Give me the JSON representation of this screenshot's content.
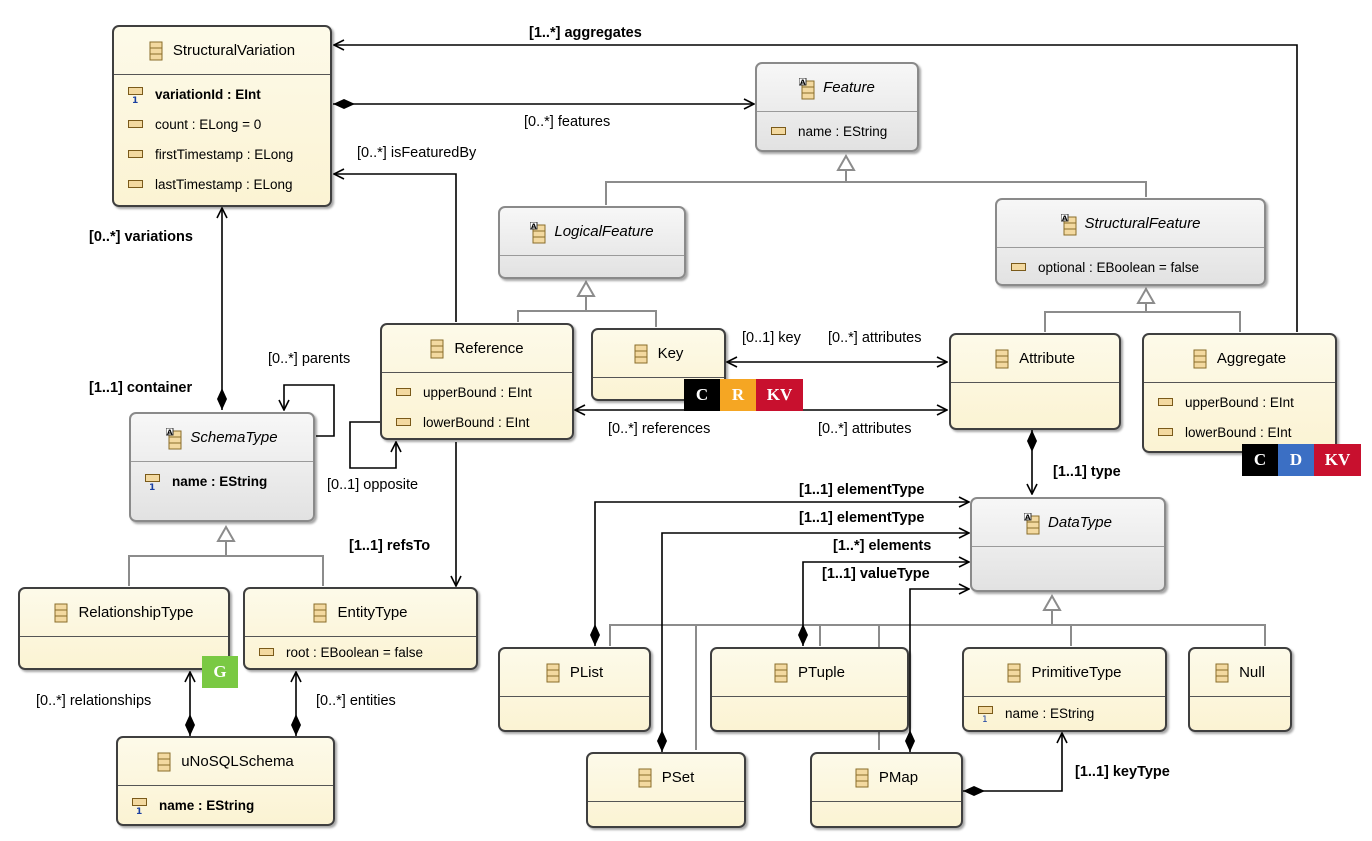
{
  "classes": {
    "structural_variation": {
      "name": "StructuralVariation",
      "attrs": [
        "variationId : EInt",
        "count : ELong = 0",
        "firstTimestamp : ELong",
        "lastTimestamp : ELong"
      ]
    },
    "feature": {
      "name": "Feature",
      "attrs": [
        "name : EString"
      ]
    },
    "logical_feature": {
      "name": "LogicalFeature"
    },
    "structural_feature": {
      "name": "StructuralFeature",
      "attrs": [
        "optional : EBoolean = false"
      ]
    },
    "reference": {
      "name": "Reference",
      "attrs": [
        "upperBound : EInt",
        "lowerBound : EInt"
      ]
    },
    "key": {
      "name": "Key"
    },
    "attribute": {
      "name": "Attribute"
    },
    "aggregate": {
      "name": "Aggregate",
      "attrs": [
        "upperBound : EInt",
        "lowerBound : EInt"
      ]
    },
    "schema_type": {
      "name": "SchemaType",
      "attrs": [
        "name : EString"
      ]
    },
    "relationship_type": {
      "name": "RelationshipType"
    },
    "entity_type": {
      "name": "EntityType",
      "attrs": [
        "root : EBoolean = false"
      ]
    },
    "unosql_schema": {
      "name": "uNoSQLSchema",
      "attrs": [
        "name : EString"
      ]
    },
    "data_type": {
      "name": "DataType"
    },
    "plist": {
      "name": "PList"
    },
    "ptuple": {
      "name": "PTuple"
    },
    "primitive_type": {
      "name": "PrimitiveType",
      "attrs": [
        "name : EString"
      ]
    },
    "null": {
      "name": "Null"
    },
    "pset": {
      "name": "PSet"
    },
    "pmap": {
      "name": "PMap"
    }
  },
  "labels": {
    "aggregates": "[1..*] aggregates",
    "features": "[0..*] features",
    "is_featured_by": "[0..*] isFeaturedBy",
    "variations": "[0..*] variations",
    "container": "[1..1] container",
    "parents": "[0..*] parents",
    "opposite": "[0..1] opposite",
    "refs_to": "[1..1] refsTo",
    "key": "[0..1] key",
    "attributes_top": "[0..*] attributes",
    "references": "[0..*] references",
    "attributes_bottom": "[0..*] attributes",
    "type": "[1..1] type",
    "element_type_1": "[1..1] elementType",
    "element_type_2": "[1..1] elementType",
    "elements": "[1..*] elements",
    "value_type": "[1..1] valueType",
    "key_type": "[1..1] keyType",
    "relationships": "[0..*] relationships",
    "entities": "[0..*] entities"
  },
  "badges": {
    "key": [
      "C",
      "R",
      "KV"
    ],
    "aggregate": [
      "C",
      "D",
      "KV"
    ],
    "relationship": [
      "G"
    ]
  },
  "colors": {
    "badge_c": "#000000",
    "badge_r": "#f5a623",
    "badge_kv": "#c8102e",
    "badge_d": "#3b6fc4",
    "badge_g": "#7ac943",
    "class_fill": "#fcf6dc",
    "abstract_fill": "#ececec",
    "edge": "#000000",
    "inheritance_edge": "#8c8c8c"
  },
  "icons": {
    "class": "class-icon",
    "abstract_class": "abstract-class-icon",
    "attribute": "attribute-icon",
    "key_attribute": "id-attribute-icon"
  }
}
